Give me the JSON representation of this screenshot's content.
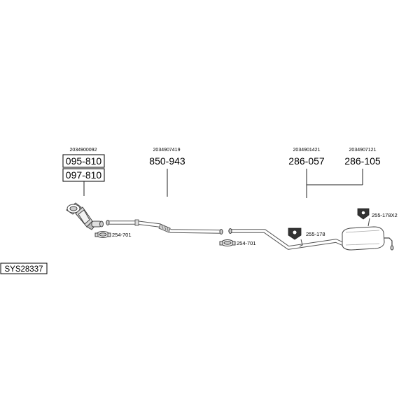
{
  "system_code": "SYS28337",
  "parts": [
    {
      "oem": "2034900092",
      "numbers": [
        "095-810",
        "097-810"
      ]
    },
    {
      "oem": "2034907419",
      "numbers": [
        "850-943"
      ]
    },
    {
      "oem": "2034901421",
      "numbers": [
        "286-057"
      ]
    },
    {
      "oem": "2034907121",
      "numbers": [
        "286-105"
      ]
    }
  ],
  "accessories": [
    "254-701",
    "254-701",
    "255-178",
    "255-178X2"
  ],
  "icons": [
    "catalytic-converter-icon",
    "clamp-icon",
    "hanger-icon",
    "middle-pipe-icon",
    "rear-muffler-icon"
  ]
}
